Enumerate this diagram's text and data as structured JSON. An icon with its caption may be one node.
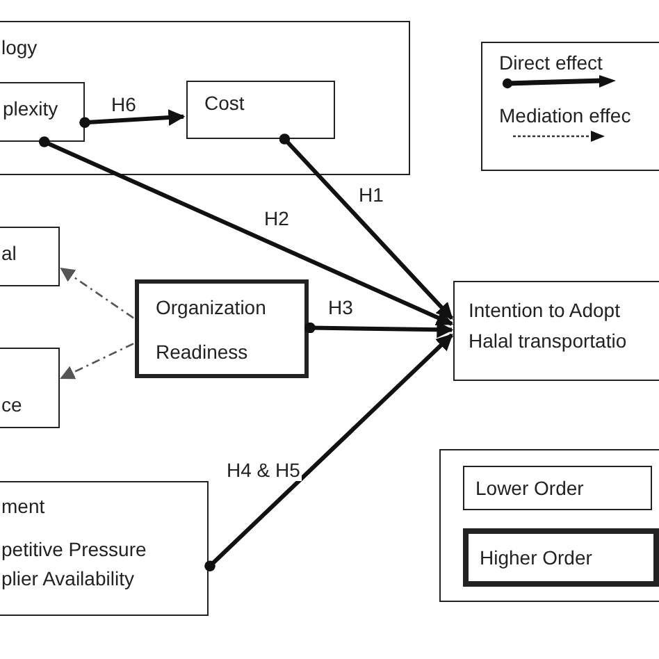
{
  "diagram": {
    "nodes": [
      {
        "text": [
          "logy"
        ]
      },
      {
        "text": [
          "plexity"
        ],
        "in": 0
      },
      {
        "text": [
          "Cost"
        ],
        "in": 0
      },
      {
        "text": [
          "al"
        ]
      },
      {
        "text": [
          "ce"
        ]
      },
      {
        "text": [
          "Organization Readiness"
        ]
      },
      {
        "text": [
          "ment",
          "petitive Pressure",
          "plier Availability"
        ]
      },
      {
        "text": [
          "Intention to Adopt Halal transportatio"
        ]
      }
    ],
    "edges": [
      {
        "from": 1,
        "to": 2,
        "arrow": "to",
        "label": "H6"
      },
      {
        "from": 2,
        "to": 7,
        "arrow": "to",
        "label": "H1"
      },
      {
        "from": 1,
        "to": 7,
        "arrow": "to",
        "label": "H2"
      },
      {
        "from": 5,
        "to": 7,
        "arrow": "to",
        "label": "H3"
      },
      {
        "from": 6,
        "to": 7,
        "arrow": "to",
        "label": "H4 & H5"
      },
      {
        "from": 5,
        "to": 3,
        "arrow": "to",
        "style": "dashed",
        "color": "#555555"
      },
      {
        "from": 5,
        "to": 4,
        "arrow": "to",
        "style": "dashed",
        "color": "#555555"
      }
    ],
    "legend": [
      {
        "text": "Direct effect"
      },
      {
        "text": "Mediation effec"
      },
      {
        "text": "Lower Order"
      },
      {
        "text": "Higher Order"
      }
    ]
  }
}
